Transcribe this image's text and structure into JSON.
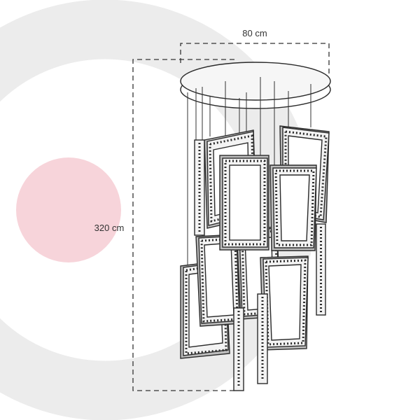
{
  "dimensions": {
    "width_label": "80 cm",
    "height_label": "320 cm"
  },
  "colors": {
    "ring": "#ececec",
    "blush_circle": "#f7d4da",
    "line": "#2a2a2a",
    "panel_fill": "#f3f3f3",
    "panel_shade": "#bdbdbd",
    "canopy_fill": "#f6f6f6"
  },
  "icons": {
    "product": "chandelier-drawing"
  }
}
